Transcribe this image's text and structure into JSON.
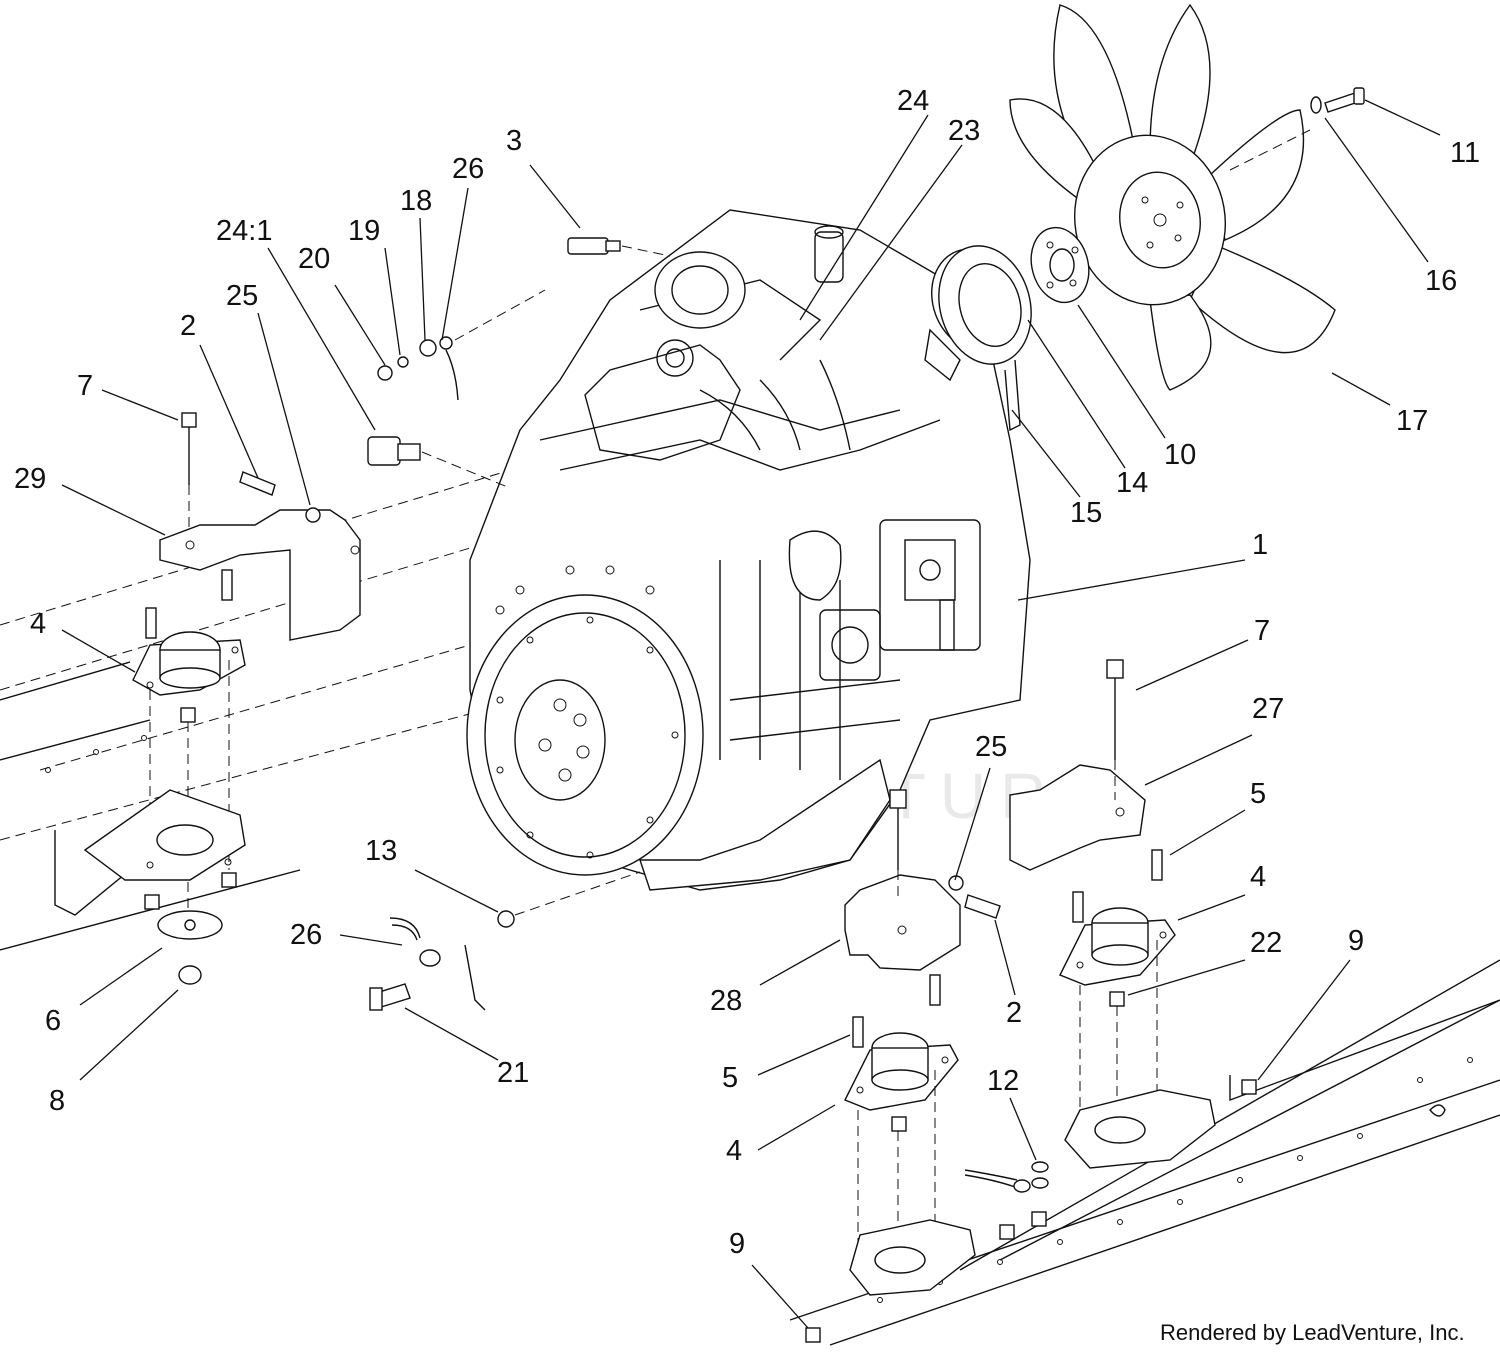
{
  "watermark": "LEADVENTURE",
  "credit": "Rendered by LeadVenture, Inc.",
  "callouts": [
    {
      "id": "c-24",
      "text": "24"
    },
    {
      "id": "c-23",
      "text": "23"
    },
    {
      "id": "c-3",
      "text": "3"
    },
    {
      "id": "c-26a",
      "text": "26"
    },
    {
      "id": "c-18",
      "text": "18"
    },
    {
      "id": "c-19",
      "text": "19"
    },
    {
      "id": "c-24-1",
      "text": "24:1"
    },
    {
      "id": "c-20",
      "text": "20"
    },
    {
      "id": "c-25a",
      "text": "25"
    },
    {
      "id": "c-2a",
      "text": "2"
    },
    {
      "id": "c-7a",
      "text": "7"
    },
    {
      "id": "c-29",
      "text": "29"
    },
    {
      "id": "c-4a",
      "text": "4"
    },
    {
      "id": "c-11",
      "text": "11"
    },
    {
      "id": "c-16",
      "text": "16"
    },
    {
      "id": "c-17",
      "text": "17"
    },
    {
      "id": "c-10",
      "text": "10"
    },
    {
      "id": "c-14",
      "text": "14"
    },
    {
      "id": "c-15",
      "text": "15"
    },
    {
      "id": "c-1",
      "text": "1"
    },
    {
      "id": "c-7b",
      "text": "7"
    },
    {
      "id": "c-27",
      "text": "27"
    },
    {
      "id": "c-25b",
      "text": "25"
    },
    {
      "id": "c-5a",
      "text": "5"
    },
    {
      "id": "c-4b",
      "text": "4"
    },
    {
      "id": "c-22",
      "text": "22"
    },
    {
      "id": "c-9a",
      "text": "9"
    },
    {
      "id": "c-13",
      "text": "13"
    },
    {
      "id": "c-26b",
      "text": "26"
    },
    {
      "id": "c-2b",
      "text": "2"
    },
    {
      "id": "c-28",
      "text": "28"
    },
    {
      "id": "c-6",
      "text": "6"
    },
    {
      "id": "c-8",
      "text": "8"
    },
    {
      "id": "c-21",
      "text": "21"
    },
    {
      "id": "c-5b",
      "text": "5"
    },
    {
      "id": "c-12",
      "text": "12"
    },
    {
      "id": "c-4c",
      "text": "4"
    },
    {
      "id": "c-9b",
      "text": "9"
    }
  ]
}
